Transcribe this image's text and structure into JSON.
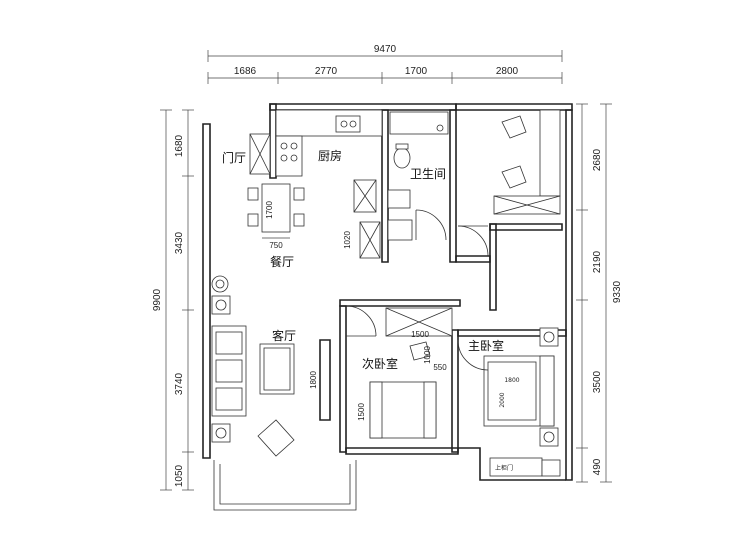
{
  "dimensions": {
    "top_total": "9470",
    "top_segments": [
      "1686",
      "2770",
      "1700",
      "2800"
    ],
    "left_total": "9900",
    "left_segments": [
      "1680",
      "3430",
      "3740",
      "1050"
    ],
    "right_total": "9330",
    "right_segments": [
      "2680",
      "2190",
      "3500",
      "490"
    ]
  },
  "rooms": {
    "foyer": "门厅",
    "kitchen": "厨房",
    "bathroom": "卫生间",
    "dining": "餐厅",
    "living": "客厅",
    "second_bedroom": "次卧室",
    "master_bedroom": "主卧室"
  },
  "inner_dims": {
    "dining_table_len": "1700",
    "dining_table_w": "750",
    "bath_sink": "1020",
    "tv_len": "1800",
    "bed2_a": "1500",
    "bed2_b": "1000",
    "bed2_c": "550",
    "bed2_d": "1500",
    "master_bed": "1800",
    "master_bed_w": "2000"
  },
  "labels": {
    "wardrobe": "上柜门"
  }
}
